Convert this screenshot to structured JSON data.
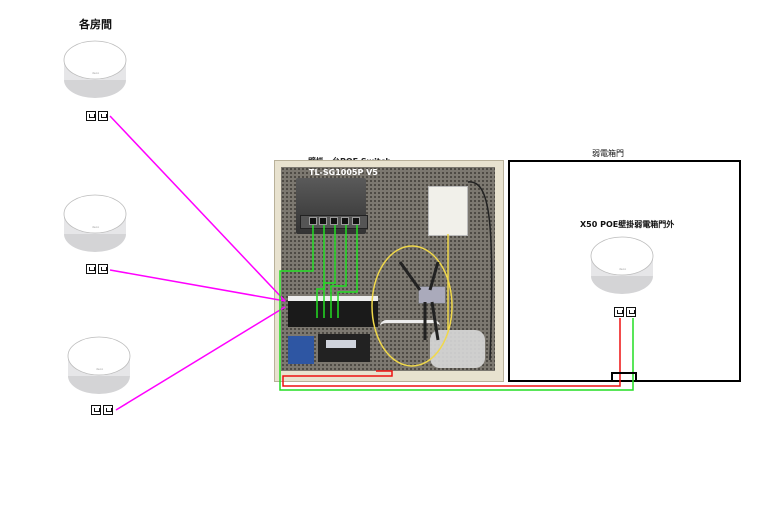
{
  "labels": {
    "rooms_title": "各房間",
    "switch_title": "壁掛一台POE Switch",
    "switch_model": "TL-SG1005P V5",
    "door_title": "弱電箱門",
    "x50_title": "X50 POE壁掛弱電箱門外"
  },
  "devices": {
    "room_routers": [
      {
        "name": "room-router-1",
        "brand": "deco"
      },
      {
        "name": "room-router-2",
        "brand": "deco"
      },
      {
        "name": "room-router-3",
        "brand": "deco"
      }
    ],
    "outside_router": {
      "name": "x50-router",
      "brand": "deco"
    }
  },
  "colors": {
    "room_link": "#ff00ff",
    "switch_link": "#22dd22",
    "uplink_red": "#ee1111",
    "uplink_green": "#22ee22",
    "door_outline": "#000000",
    "cabinet": "#e8e2cf"
  },
  "icons": {
    "ethernet_port": "ethernet-port-icon",
    "router": "mesh-router-icon"
  }
}
